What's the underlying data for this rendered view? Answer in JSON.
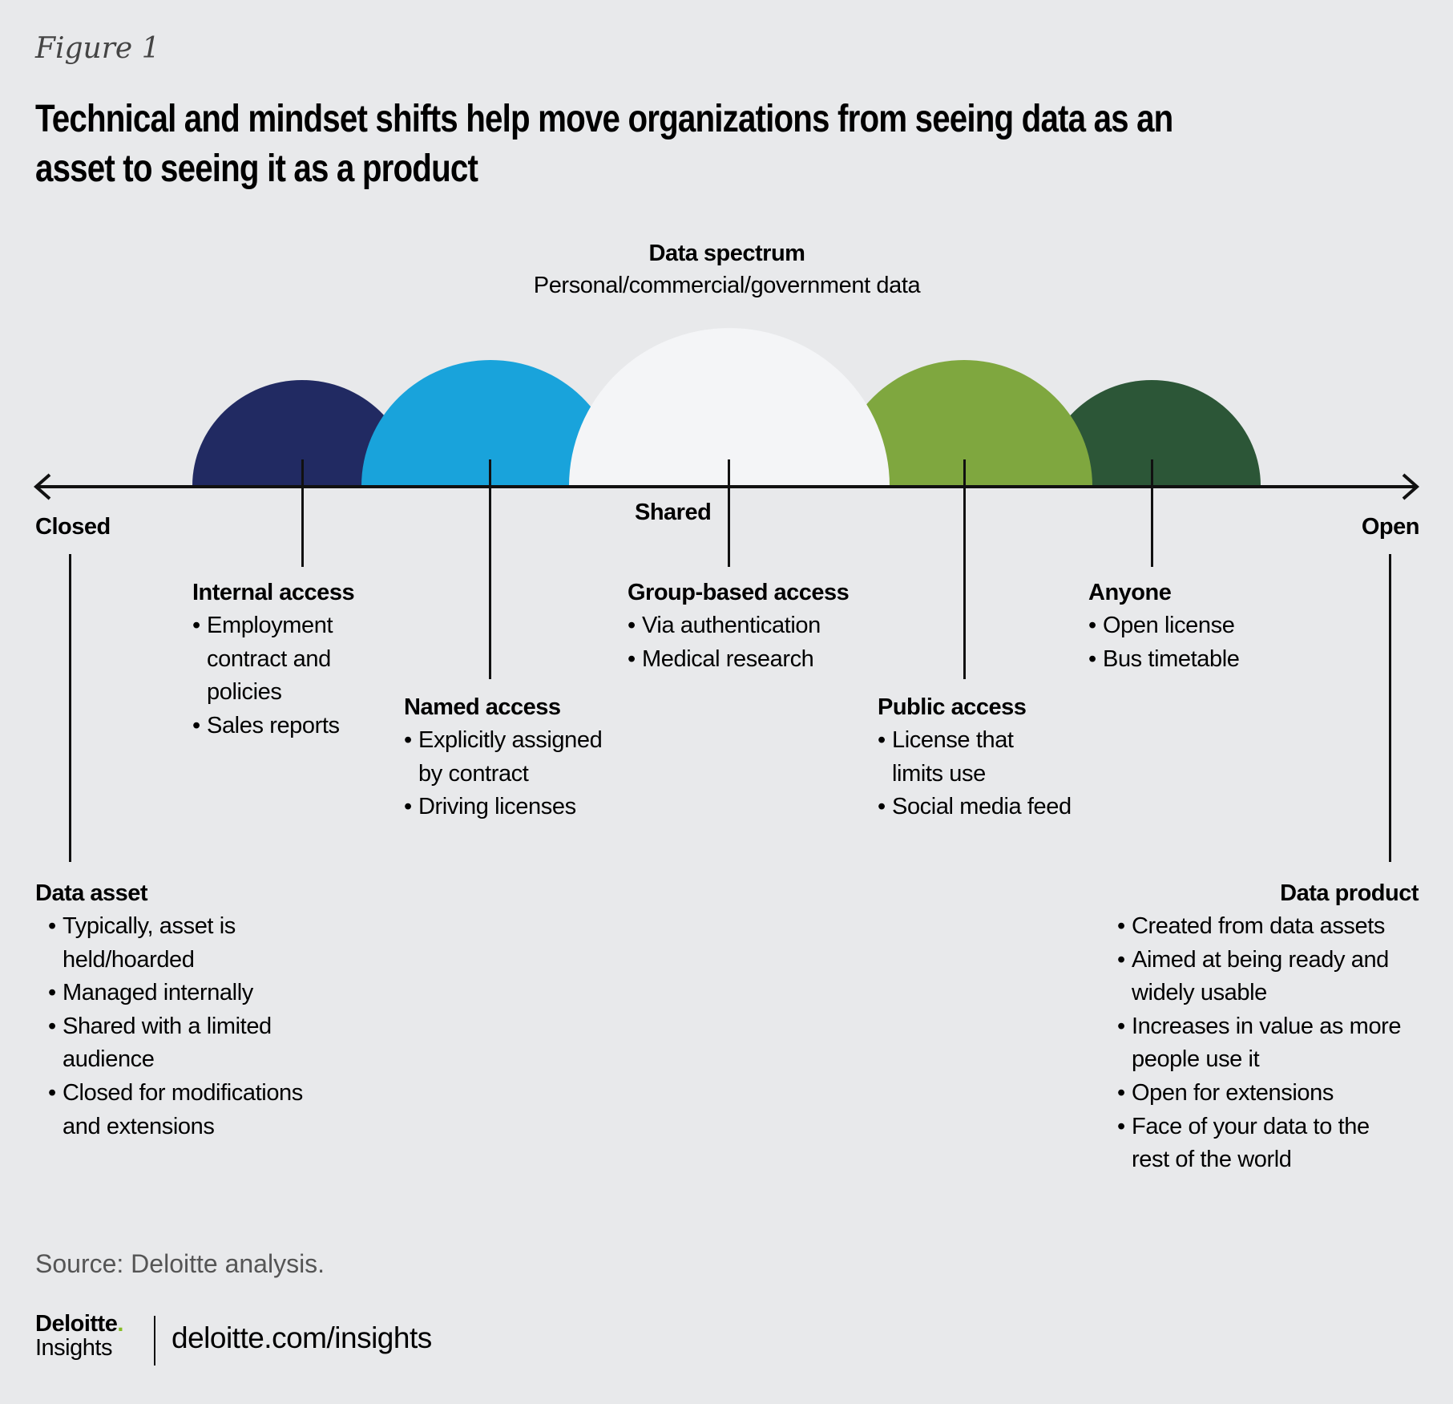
{
  "figure_label": "Figure 1",
  "title_lines": [
    "Technical and mindset shifts help move organizations from seeing data as an",
    "asset to seeing it as a product"
  ],
  "spectrum": {
    "heading": "Data spectrum",
    "subheading": "Personal/commercial/government data"
  },
  "axis": {
    "left_label": "Closed",
    "middle_label": "Shared",
    "right_label": "Open"
  },
  "colors": {
    "internal": "#212a62",
    "named": "#19a3db",
    "group": "#f4f5f7",
    "public": "#7fa73f",
    "anyone": "#2c5637",
    "background": "#e8e9eb"
  },
  "groups": {
    "internal": {
      "heading": "Internal access",
      "items": [
        "Employment contract and policies",
        "Sales reports"
      ]
    },
    "named": {
      "heading": "Named access",
      "items": [
        "Explicitly assigned by contract",
        "Driving licenses"
      ]
    },
    "group": {
      "heading": "Group-based access",
      "items": [
        "Via authentication",
        "Medical research"
      ]
    },
    "public": {
      "heading": "Public access",
      "items": [
        "License that limits use",
        "Social media feed"
      ]
    },
    "anyone": {
      "heading": "Anyone",
      "items": [
        "Open license",
        "Bus timetable"
      ]
    }
  },
  "data_asset": {
    "heading": "Data asset",
    "items": [
      "Typically, asset is held/hoarded",
      "Managed internally",
      "Shared with a limited audience",
      "Closed for modifications and extensions"
    ]
  },
  "data_product": {
    "heading": "Data product",
    "items": [
      "Created from data assets",
      "Aimed at being ready and widely usable",
      "Increases in value as more people use it",
      "Open for extensions",
      "Face of your data to the rest of the world"
    ]
  },
  "source": "Source: Deloitte analysis.",
  "footer": {
    "logo_name": "Deloitte",
    "logo_dot": ".",
    "logo_sub": "Insights",
    "url": "deloitte.com/insights"
  }
}
